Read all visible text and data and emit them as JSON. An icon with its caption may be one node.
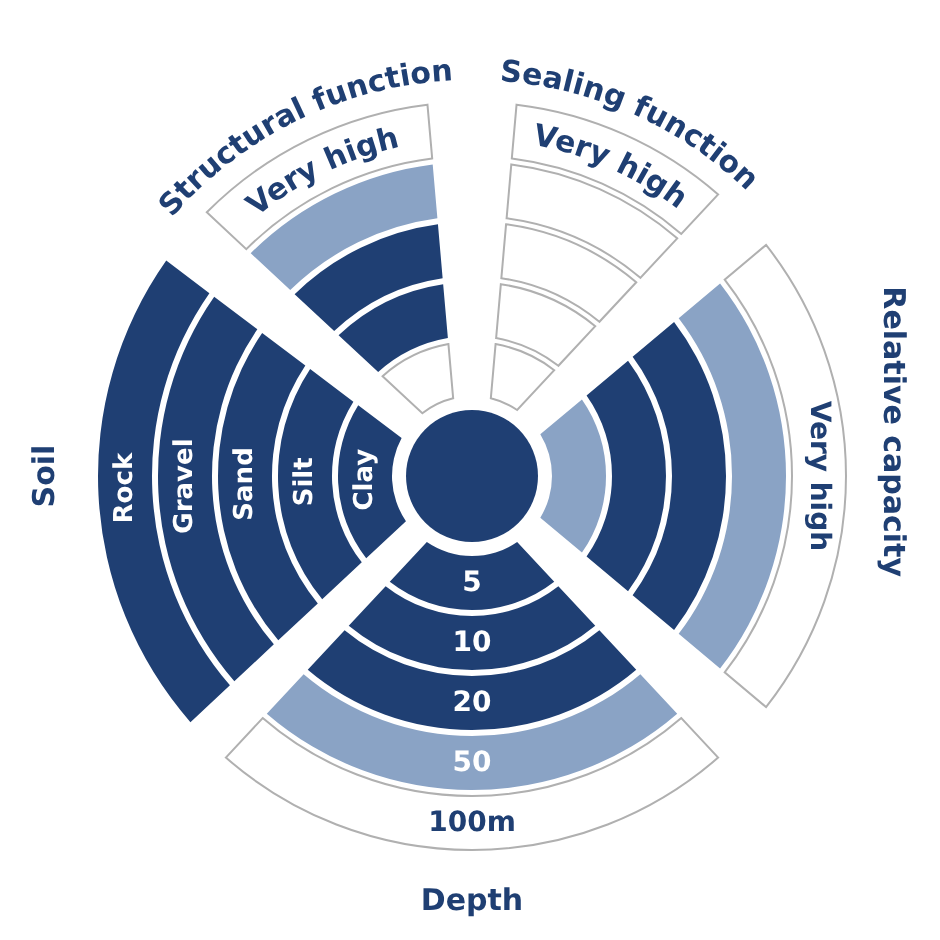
{
  "diagram": {
    "nodes": [
      {
        "text": [],
        "shape": "circle"
      },
      {
        "text": [
          "Very high"
        ]
      },
      {
        "text": [],
        "shape": "arc"
      },
      {
        "text": [],
        "shape": "arc"
      },
      {
        "text": [],
        "shape": "arc"
      },
      {
        "text": [],
        "shape": "arc"
      },
      {
        "text": [
          "Very high"
        ]
      },
      {
        "text": [],
        "shape": "arc"
      },
      {
        "text": [],
        "shape": "arc"
      },
      {
        "text": [],
        "shape": "arc"
      },
      {
        "text": [],
        "shape": "arc"
      },
      {
        "text": [
          "Very high"
        ]
      },
      {
        "text": [],
        "shape": "arc"
      },
      {
        "text": [],
        "shape": "arc"
      },
      {
        "text": [],
        "shape": "arc"
      },
      {
        "text": [],
        "shape": "arc"
      },
      {
        "text": [
          "Rock"
        ]
      },
      {
        "text": [
          "Gravel"
        ]
      },
      {
        "text": [
          "Sand"
        ]
      },
      {
        "text": [
          "Silt"
        ]
      },
      {
        "text": [
          "Clay"
        ]
      },
      {
        "text": [
          "5"
        ]
      },
      {
        "text": [
          "10"
        ]
      },
      {
        "text": [
          "20"
        ]
      },
      {
        "text": [
          "50"
        ]
      },
      {
        "text": [
          "100m"
        ]
      }
    ],
    "labels": [
      "Structural function",
      "Sealing function",
      "Relative capacity",
      "Soil",
      "Depth"
    ]
  }
}
